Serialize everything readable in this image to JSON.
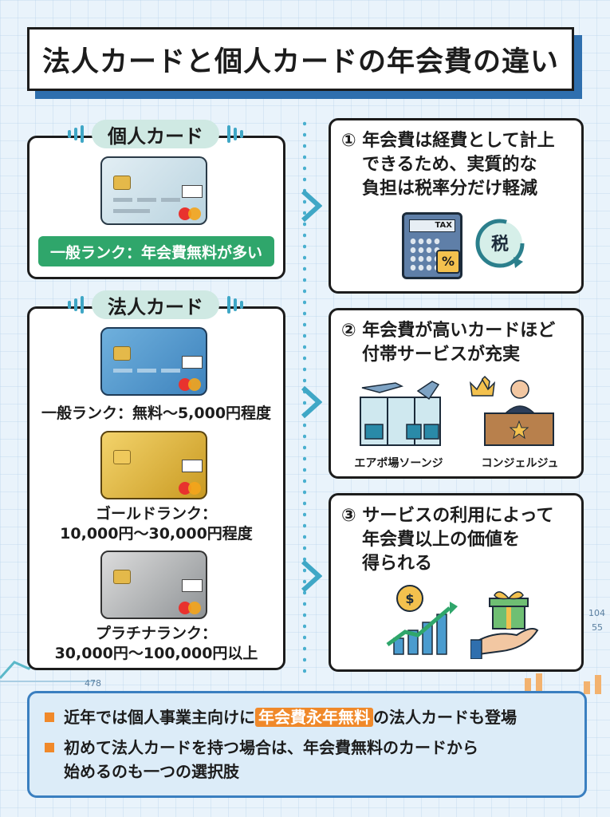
{
  "title": "法人カードと個人カードの年会費の違い",
  "personal": {
    "heading": "個人カード",
    "general": "一般ランク：年会費無料が多い"
  },
  "corporate": {
    "heading": "法人カード",
    "general": "一般ランク：無料〜5,000円程度",
    "gold_line1": "ゴールドランク：",
    "gold_line2": "10,000円〜30,000円程度",
    "platinum_line1": "プラチナランク：",
    "platinum_line2": "30,000円〜100,000円以上"
  },
  "points": [
    {
      "lines": [
        "① 年会費は経費として計上",
        "できるため、実質的な",
        "負担は税率分だけ軽減"
      ]
    },
    {
      "lines": [
        "② 年会費が高いカードほど",
        "付帯サービスが充実"
      ]
    },
    {
      "lines": [
        "③ サービスの利用によって",
        "年会費以上の価値を",
        "得られる"
      ]
    }
  ],
  "icons": {
    "calculator_label": "TAX",
    "tax_label": "税",
    "lounge_label": "エアポ場ソーンジ",
    "concierge_label": "コンジェルジュ"
  },
  "notes": {
    "line1_before": "近年では個人事業主向けに",
    "line1_highlight": "年会費永年無料",
    "line1_after": "の法人カードも登場",
    "line2a": "初めて法人カードを持つ場合は、年会費無料のカードから",
    "line2b": "始めるのも一つの選択肢"
  },
  "background_numbers": [
    "104",
    "55",
    "478"
  ],
  "colors": {
    "accent_blue": "#2f6fae",
    "teal": "#3fa7c6",
    "green": "#2fa66b",
    "orange": "#f0892a"
  }
}
